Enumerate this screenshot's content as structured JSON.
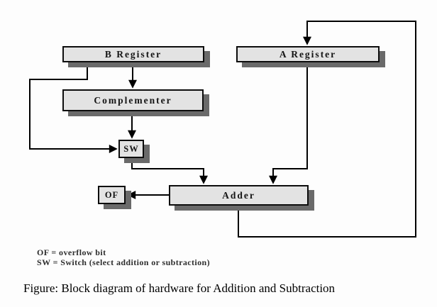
{
  "figure": {
    "caption": "Figure: Block diagram of hardware for Addition and Subtraction"
  },
  "diagram": {
    "boxes": [
      {
        "id": "b-register",
        "label": "B Register"
      },
      {
        "id": "a-register",
        "label": "A Register"
      },
      {
        "id": "complementer",
        "label": "Complementer"
      },
      {
        "id": "sw",
        "label": "SW"
      },
      {
        "id": "of",
        "label": "OF"
      },
      {
        "id": "adder",
        "label": "Adder"
      }
    ],
    "connections": [
      {
        "from": "B Register",
        "to": "Complementer"
      },
      {
        "from": "B Register",
        "to": "SW"
      },
      {
        "from": "Complementer",
        "to": "SW"
      },
      {
        "from": "SW",
        "to": "Adder"
      },
      {
        "from": "A Register",
        "to": "Adder"
      },
      {
        "from": "Adder",
        "to": "OF"
      },
      {
        "from": "Adder",
        "to": "A Register"
      }
    ],
    "colors": {
      "box_fill": "#e3e3e3",
      "box_border": "#0d0d0d",
      "box_shadow": "#6a6a6a",
      "line": "#000000",
      "background": "#fdfdfd"
    }
  },
  "legend": {
    "line1": "OF = overflow bit",
    "line2": "SW = Switch (select addition or subtraction)"
  }
}
